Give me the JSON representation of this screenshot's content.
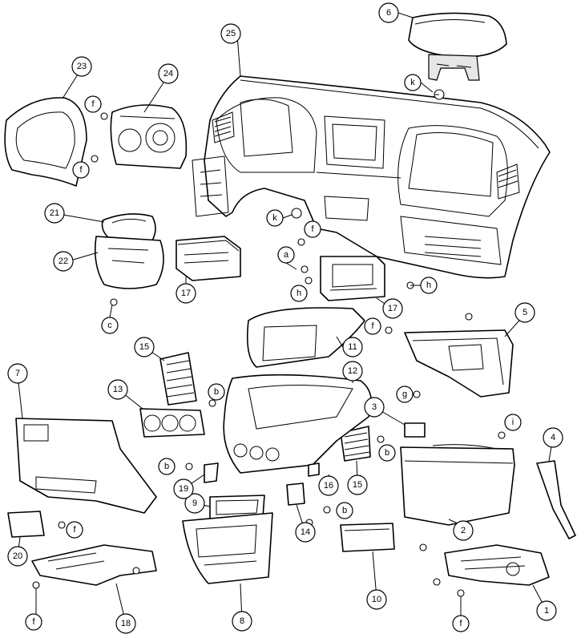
{
  "callouts": {
    "c1": "1",
    "c2": "2",
    "c3": "3",
    "c4": "4",
    "c5": "5",
    "c6": "6",
    "c7": "7",
    "c8": "8",
    "c9": "9",
    "c10": "10",
    "c11": "11",
    "c12": "12",
    "c13": "13",
    "c14": "14",
    "c15a": "15",
    "c15b": "15",
    "c16": "16",
    "c17a": "17",
    "c17b": "17",
    "c18": "18",
    "c19": "19",
    "c20": "20",
    "c21": "21",
    "c22": "22",
    "c23": "23",
    "c24": "24",
    "c25": "25"
  },
  "fastener_labels": {
    "k_top": "k",
    "k_mid": "k",
    "f_23a": "f",
    "f_23b": "f",
    "f_17": "f",
    "f_5": "f",
    "f_7": "f",
    "f_18": "f",
    "f_1": "f",
    "a_17": "a",
    "h_17a": "h",
    "h_17b": "h",
    "c_22": "c",
    "b_15": "b",
    "b_19": "b",
    "b_15b": "b",
    "b_14": "b",
    "g_5": "g",
    "i_2": "i"
  }
}
